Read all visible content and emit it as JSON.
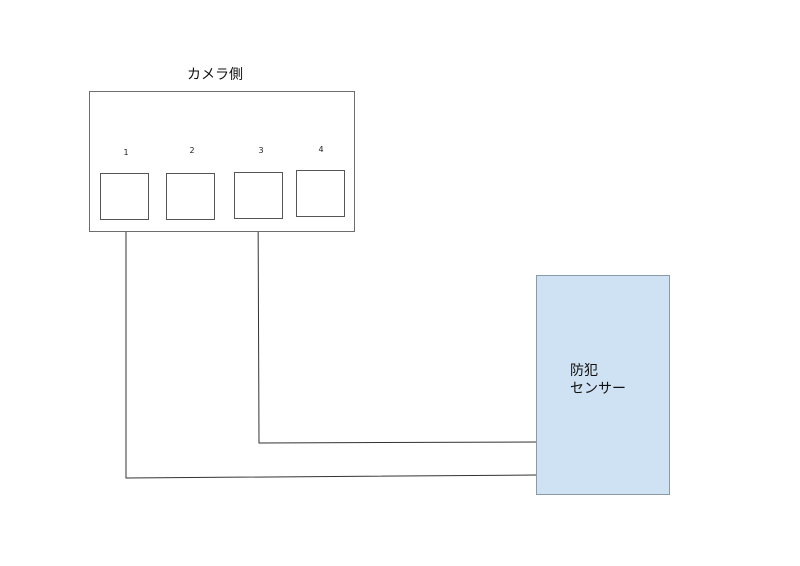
{
  "camera": {
    "title": "カメラ側",
    "ports": [
      {
        "number": "1"
      },
      {
        "number": "2"
      },
      {
        "number": "3"
      },
      {
        "number": "4"
      }
    ]
  },
  "sensor": {
    "line1": "防犯",
    "line2": "センサー",
    "fill_color": "#cfe2f3"
  },
  "connections": [
    {
      "from_port": "1",
      "to": "sensor"
    },
    {
      "from_port": "3",
      "to": "sensor"
    }
  ]
}
